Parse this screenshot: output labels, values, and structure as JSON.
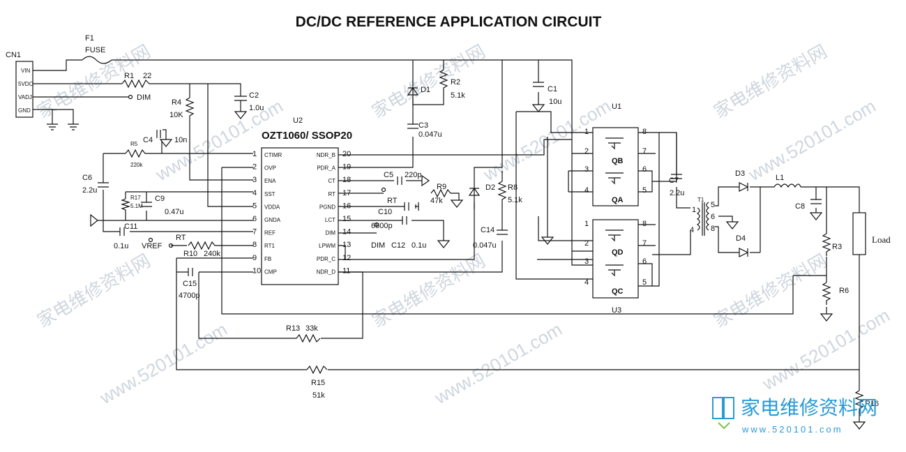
{
  "title": "DC/DC REFERENCE APPLICATION CIRCUIT",
  "watermark": {
    "text_cn": "家电维修资料网",
    "text_url": "www.520101.com"
  },
  "logo": {
    "text": "家电维修资料网",
    "url": "www.520101.com"
  },
  "connector": {
    "ref": "CN1",
    "pins": [
      "VIN",
      "5VDC",
      "VADJ",
      "GND"
    ]
  },
  "ic": {
    "ref": "U2",
    "part": "OZT1060/ SSOP20",
    "left_pins": [
      {
        "num": "1",
        "name": "CTIMR"
      },
      {
        "num": "2",
        "name": "OVP"
      },
      {
        "num": "3",
        "name": "ENA"
      },
      {
        "num": "4",
        "name": "SST"
      },
      {
        "num": "5",
        "name": "VDDA"
      },
      {
        "num": "6",
        "name": "GNDA"
      },
      {
        "num": "7",
        "name": "REF"
      },
      {
        "num": "8",
        "name": "RT1"
      },
      {
        "num": "9",
        "name": "FB"
      },
      {
        "num": "10",
        "name": "CMP"
      }
    ],
    "right_pins": [
      {
        "num": "20",
        "name": "NDR_B"
      },
      {
        "num": "19",
        "name": "PDR_A"
      },
      {
        "num": "18",
        "name": "CT"
      },
      {
        "num": "17",
        "name": "RT"
      },
      {
        "num": "16",
        "name": "PGND"
      },
      {
        "num": "15",
        "name": "LCT"
      },
      {
        "num": "14",
        "name": "DIM"
      },
      {
        "num": "13",
        "name": "LPWM"
      },
      {
        "num": "12",
        "name": "PDR_C"
      },
      {
        "num": "11",
        "name": "NDR_D"
      }
    ]
  },
  "mosfets": {
    "u1": {
      "ref": "U1",
      "top": "QB",
      "bottom": "QA"
    },
    "u3": {
      "ref": "U3",
      "top": "QD",
      "bottom": "QC"
    },
    "pin_numbers": {
      "left": [
        "1",
        "2",
        "3",
        "4"
      ],
      "right": [
        "8",
        "7",
        "6",
        "5"
      ]
    }
  },
  "transformer": {
    "ref": "T1",
    "pins": [
      "1",
      "5",
      "6",
      "8",
      "4"
    ]
  },
  "labels": {
    "f1": "F1",
    "fuse": "FUSE",
    "r1": "R1",
    "r1_val": "22",
    "dim_net": "DIM",
    "r4": "R4",
    "r4_val": "10K",
    "c2": "C2",
    "c2_val": "1.0u",
    "c4": "C4",
    "c4_val": "10n",
    "r5": "R5",
    "r5_val": "220k",
    "c6": "C6",
    "c6_val": "2.2u",
    "r17": "R17",
    "r17_val": "5.1M",
    "c9": "C9",
    "c9_val": "0.47u",
    "c11": "C11",
    "c11_val": "0.1u",
    "vref": "VREF",
    "rt_a": "RT",
    "r10": "R10",
    "r10_val": "240k",
    "c15": "C15",
    "c15_val": "4700p",
    "r13": "R13",
    "r13_val": "33k",
    "r15": "R15",
    "r15_val": "51k",
    "d1": "D1",
    "r2": "R2",
    "r2_val": "5.1k",
    "c3": "C3",
    "c3_val": "0.047u",
    "c5": "C5",
    "c5_val": "220p",
    "r9": "R9",
    "r9_val": "47k",
    "rt_b": "RT",
    "c10": "C10",
    "c10_val": "6800p",
    "dim_b": "DIM",
    "c12": "C12",
    "c12_val": "0.1u",
    "d2": "D2",
    "r8": "R8",
    "r8_val": "5.1k",
    "c14": "C14",
    "c14_val": "0.047u",
    "c1": "C1",
    "c1_val": "10u",
    "c7": "C7",
    "c7_val": "2.2u",
    "d3": "D3",
    "d4": "D4",
    "l1": "L1",
    "c8": "C8",
    "r3": "R3",
    "r6": "R6",
    "load": "Load",
    "r16": "R16"
  }
}
